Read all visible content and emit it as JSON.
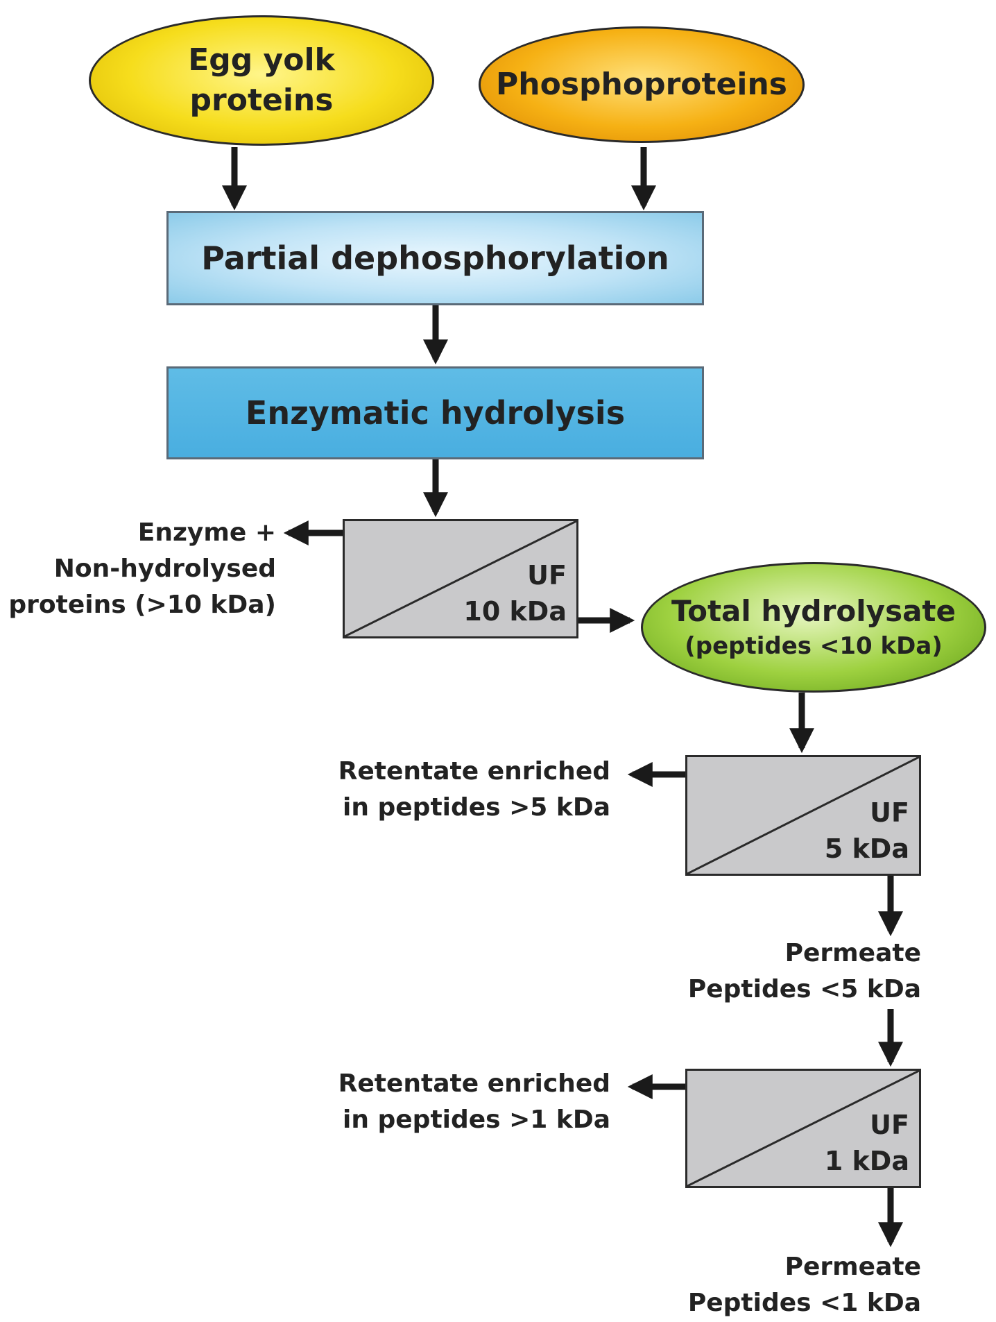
{
  "nodes": {
    "egg_yolk": "Egg yolk\nproteins",
    "phosphoproteins": "Phosphoproteins",
    "partial_dephos": "Partial dephosphorylation",
    "enzymatic_hydrolysis": "Enzymatic hydrolysis",
    "total_hydrolysate_title": "Total hydrolysate",
    "total_hydrolysate_sub": "(peptides <10 kDa)"
  },
  "filters": [
    {
      "label": "UF\n10 kDa"
    },
    {
      "label": "UF\n5 kDa"
    },
    {
      "label": "UF\n1 kDa"
    }
  ],
  "labels": {
    "enzyme_removed": "Enzyme +\nNon-hydrolysed\nproteins (>10 kDa)",
    "retentate_5": "Retentate enriched\nin peptides >5 kDa",
    "permeate_5": "Permeate\nPeptides <5 kDa",
    "retentate_1": "Retentate enriched\nin peptides >1 kDa",
    "permeate_1": "Permeate\nPeptides <1 kDa"
  },
  "colors": {
    "egg_yolk": "#f6dd1c",
    "phosphoproteins": "#f6b114",
    "partial_dephos": "#bfe3f6",
    "enzymatic_hydrolysis": "#49aee0",
    "total_hydrolysate": "#9ed140",
    "filter": "#c9c9cb",
    "arrow": "#1a1a1a"
  }
}
